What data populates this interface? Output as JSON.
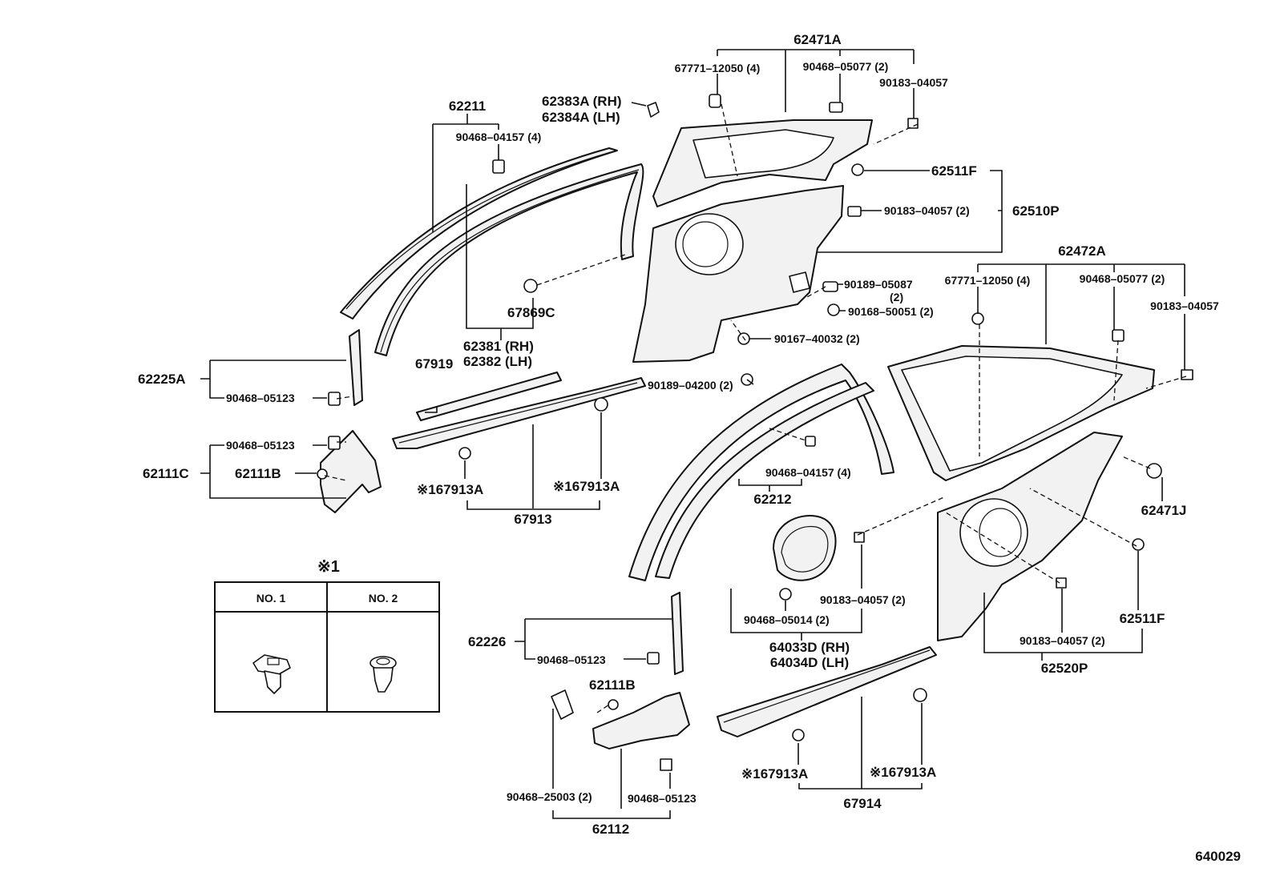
{
  "diagram_id": "640029",
  "labels": {
    "p62471A": "62471A",
    "p67771_12050_a": "67771–12050 (4)",
    "p90468_05077_a": "90468–05077 (2)",
    "p90183_04057_a": "90183–04057",
    "p62211": "62211",
    "p62383A": "62383A (RH)",
    "p62384A": "62384A (LH)",
    "p90468_04157_a": "90468–04157 (4)",
    "p62511F_a": "62511F",
    "p90183_04057_b": "90183–04057 (2)",
    "p62510P": "62510P",
    "p62472A": "62472A",
    "p67771_12050_b": "67771–12050 (4)",
    "p90468_05077_b": "90468–05077 (2)",
    "p90183_04057_c": "90183–04057",
    "p90189_05087": "90189–05087",
    "p90189_05087_qty": "(2)",
    "p90168_50051": "90168–50051 (2)",
    "p67869C": "67869C",
    "p90167_40032": "90167–40032 (2)",
    "p62381": "62381 (RH)",
    "p62382": "62382 (LH)",
    "p90189_04200": "90189–04200 (2)",
    "p62225A": "62225A",
    "p67919": "67919",
    "p90468_05123_a": "90468–05123",
    "p90468_05123_b": "90468–05123",
    "p62111C": "62111C",
    "p62111B_a": "62111B",
    "p67913A_a": "※167913A",
    "p67913A_b": "※167913A",
    "p67913": "67913",
    "p90468_04157_b": "90468–04157 (4)",
    "p62212": "62212",
    "p62471J": "62471J",
    "p90183_04057_d": "90183–04057 (2)",
    "p90468_05014": "90468–05014 (2)",
    "p64033D": "64033D (RH)",
    "p64034D": "64034D (LH)",
    "p62511F_b": "62511F",
    "p90183_04057_e": "90183–04057 (2)",
    "p62520P": "62520P",
    "p62226": "62226",
    "p90468_05123_c": "90468–05123",
    "p62111B_b": "62111B",
    "p90468_25003": "90468–25003 (2)",
    "p90468_05123_d": "90468–05123",
    "p62112": "62112",
    "p67913A_c": "※167913A",
    "p67913A_d": "※167913A",
    "p67914": "67914"
  },
  "legend": {
    "title": "※1",
    "col1": "NO. 1",
    "col2": "NO. 2"
  }
}
